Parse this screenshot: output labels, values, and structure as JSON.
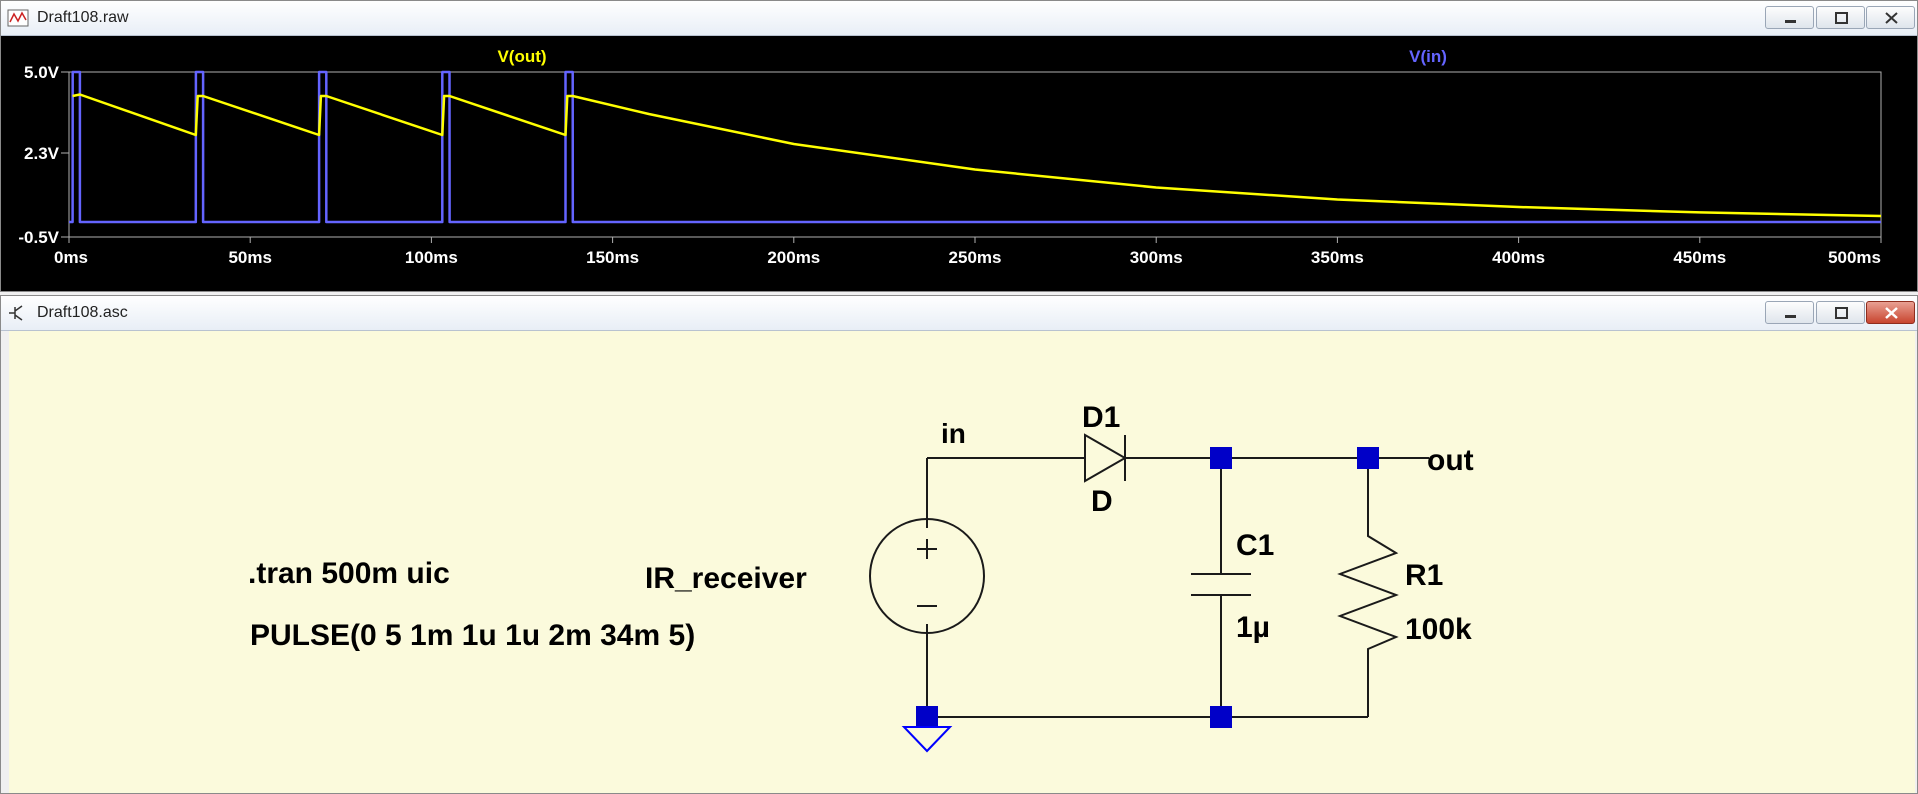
{
  "waveform_window": {
    "title": "Draft108.raw",
    "traces": [
      {
        "name": "V(out)",
        "color": "#ffff00"
      },
      {
        "name": "V(in)",
        "color": "#6464ff"
      }
    ],
    "y_ticks": [
      "5.0V",
      "2.3V",
      "-0.5V"
    ],
    "x_ticks": [
      "0ms",
      "50ms",
      "100ms",
      "150ms",
      "200ms",
      "250ms",
      "300ms",
      "350ms",
      "400ms",
      "450ms",
      "500ms"
    ]
  },
  "chart_data": {
    "type": "line",
    "xlabel": "",
    "ylabel": "",
    "xlim": [
      0,
      500
    ],
    "x_unit": "ms",
    "ylim": [
      -0.5,
      5.0
    ],
    "y_unit": "V",
    "y_ticks": [
      5.0,
      2.3,
      -0.5
    ],
    "x_ticks": [
      0,
      50,
      100,
      150,
      200,
      250,
      300,
      350,
      400,
      450,
      500
    ],
    "grid": false,
    "legend": "top",
    "series": [
      {
        "name": "V(out)",
        "color": "#ffff00",
        "x": [
          1,
          3,
          35,
          35.5,
          37,
          69,
          69.5,
          71,
          103,
          103.5,
          105,
          137,
          137.5,
          139,
          160,
          180,
          200,
          250,
          300,
          350,
          400,
          450,
          500
        ],
        "y": [
          4.2,
          4.25,
          2.9,
          4.2,
          4.2,
          2.9,
          4.2,
          4.2,
          2.9,
          4.2,
          4.2,
          2.9,
          4.2,
          4.2,
          3.6,
          3.1,
          2.6,
          1.75,
          1.15,
          0.75,
          0.5,
          0.32,
          0.2
        ]
      },
      {
        "name": "V(in)",
        "color": "#6464ff",
        "x": [
          0,
          1,
          1.01,
          3,
          3.01,
          35,
          35.01,
          37,
          37.01,
          69,
          69.01,
          71,
          71.01,
          103,
          103.01,
          105,
          105.01,
          137,
          137.01,
          139,
          139.01,
          500
        ],
        "y": [
          0,
          0,
          5,
          5,
          0,
          0,
          5,
          5,
          0,
          0,
          5,
          5,
          0,
          0,
          5,
          5,
          0,
          0,
          5,
          5,
          0,
          0
        ]
      }
    ]
  },
  "schematic_window": {
    "title": "Draft108.asc",
    "directive_tran": ".tran 500m uic",
    "source_value": "PULSE(0 5 1m 1u 1u 2m 34m 5)",
    "source_name": "IR_receiver",
    "net_in": "in",
    "net_out": "out",
    "diode_name": "D1",
    "diode_model": "D",
    "cap_name": "C1",
    "cap_value": "1µ",
    "res_name": "R1",
    "res_value": "100k"
  },
  "colors": {
    "trace_out": "#ffff00",
    "trace_in": "#6464ff",
    "wire": "#1a1a1a",
    "junction": "#0000c8",
    "ground": "#0000ff",
    "schematic_bg": "#fbfadc"
  }
}
